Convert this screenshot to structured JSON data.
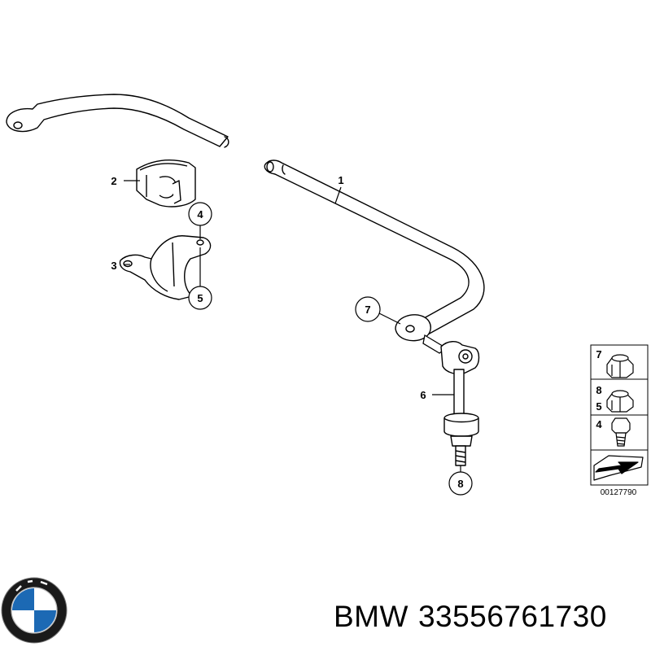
{
  "diagram": {
    "callouts": {
      "c1": "1",
      "c2": "2",
      "c3": "3",
      "c4": "4",
      "c5": "5",
      "c6": "6",
      "c7": "7",
      "c8": "8"
    },
    "legend_panel": {
      "items": [
        {
          "labels": [
            "7"
          ]
        },
        {
          "labels": [
            "8",
            "5"
          ]
        },
        {
          "labels": [
            "4"
          ]
        }
      ],
      "diagram_code": "00127790"
    }
  },
  "caption": {
    "brand": "BMW",
    "part_number": "33556761730"
  },
  "colors": {
    "line": "#000000",
    "part_fill": "#ffffff",
    "logo_blue": "#1c69b4",
    "logo_ring": "#1a1a1a"
  },
  "icons": [
    "bmw-logo-icon",
    "nut-icon",
    "bolt-icon",
    "direction-arrow-icon"
  ]
}
